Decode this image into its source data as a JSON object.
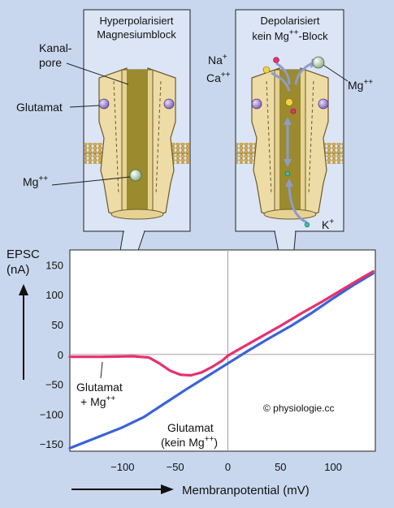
{
  "panels": {
    "left": {
      "title_line1": "Hyperpolarisiert",
      "title_line2": "Magnesiumblock",
      "label_pore_line1": "Kanal-",
      "label_pore_line2": "pore",
      "label_glutamate": "Glutamat",
      "label_mg": "Mg",
      "label_mg_sup": "++"
    },
    "right": {
      "title_line1": "Depolarisiert",
      "title_line2_pre": "kein Mg",
      "title_line2_sup": "++",
      "title_line2_post": "-Block",
      "label_na": "Na",
      "label_na_sup": "+",
      "label_ca": "Ca",
      "label_ca_sup": "++",
      "label_mg": "Mg",
      "label_mg_sup": "++",
      "label_k": "K",
      "label_k_sup": "+"
    }
  },
  "copyright": "© physiologie.cc",
  "colors": {
    "background": "#c9d7ee",
    "with_mg_curve": "#e8306e",
    "without_mg_curve": "#3a63d9",
    "channel_fill": "#eedca6",
    "pore_fill": "#9b8a2e",
    "glutamate": "#9a78c8",
    "membrane": "#d5a63c"
  },
  "chart_data": {
    "type": "line",
    "title": "",
    "xlabel": "Membranpotential (mV)",
    "ylabel_line1": "EPSC",
    "ylabel_line2": "(nA)",
    "xlim": [
      -150,
      140
    ],
    "ylim": [
      -162,
      175
    ],
    "xticks": [
      -100,
      -50,
      0,
      50,
      100
    ],
    "xtick_labels": [
      "−100",
      "−50",
      "0",
      "50",
      "100"
    ],
    "yticks": [
      150,
      100,
      50,
      0,
      -50,
      -100,
      -150
    ],
    "ytick_labels": [
      "150",
      "100",
      "50",
      "0",
      "−50",
      "−100",
      "−150"
    ],
    "grid": false,
    "series": [
      {
        "name": "Glutamat + Mg++",
        "label_line1": "Glutamat",
        "label_line2": "+ Mg",
        "label_sup": "++",
        "color": "#e8306e",
        "x": [
          -150,
          -120,
          -90,
          -75,
          -65,
          -55,
          -45,
          -35,
          -25,
          -15,
          -5,
          0,
          10,
          30,
          50,
          70,
          90,
          110,
          130,
          138
        ],
        "y": [
          -4,
          -4,
          -3,
          -5,
          -15,
          -27,
          -34,
          -35,
          -30,
          -21,
          -10,
          -2,
          8,
          28,
          48,
          69,
          89,
          110,
          131,
          139
        ]
      },
      {
        "name": "Glutamat (kein Mg++)",
        "label_line1": "Glutamat",
        "label_line2_pre": "(kein Mg",
        "label_sup": "++",
        "label_line2_post": ")",
        "color": "#3a63d9",
        "x": [
          -150,
          -120,
          -100,
          -80,
          -60,
          -40,
          -20,
          0,
          20,
          40,
          60,
          80,
          100,
          120,
          138
        ],
        "y": [
          -157,
          -136,
          -122,
          -105,
          -82,
          -59,
          -37,
          -15,
          7,
          28,
          48,
          70,
          94,
          117,
          136
        ]
      }
    ]
  }
}
